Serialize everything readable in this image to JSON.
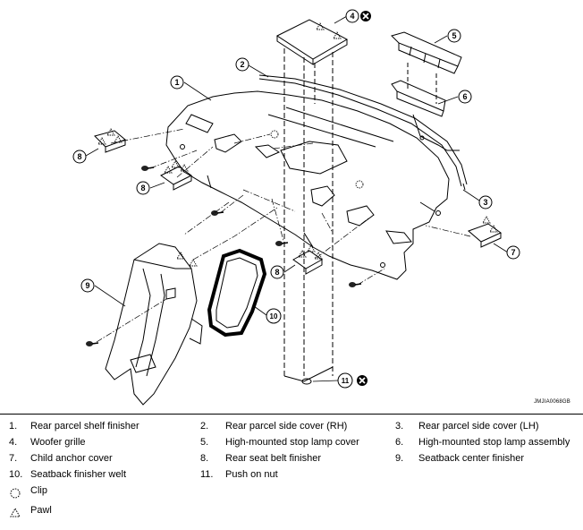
{
  "diagram": {
    "reference_code": "JMJIA0068GB",
    "callouts": [
      {
        "num": "1"
      },
      {
        "num": "2"
      },
      {
        "num": "3"
      },
      {
        "num": "4"
      },
      {
        "num": "5"
      },
      {
        "num": "6"
      },
      {
        "num": "7"
      },
      {
        "num": "8"
      },
      {
        "num": "9"
      },
      {
        "num": "10"
      },
      {
        "num": "11"
      }
    ]
  },
  "legend": {
    "items": [
      {
        "num": "1.",
        "label": "Rear parcel shelf finisher"
      },
      {
        "num": "2.",
        "label": "Rear parcel side cover (RH)"
      },
      {
        "num": "3.",
        "label": "Rear parcel side cover (LH)"
      },
      {
        "num": "4.",
        "label": "Woofer grille"
      },
      {
        "num": "5.",
        "label": "High-mounted stop lamp cover"
      },
      {
        "num": "6.",
        "label": "High-mounted stop lamp assembly"
      },
      {
        "num": "7.",
        "label": "Child anchor cover"
      },
      {
        "num": "8.",
        "label": "Rear seat belt finisher"
      },
      {
        "num": "9.",
        "label": "Seatback center finisher"
      },
      {
        "num": "10.",
        "label": "Seatback finisher welt"
      },
      {
        "num": "11.",
        "label": "Push on nut"
      }
    ],
    "symbols": [
      {
        "icon": "clip-icon",
        "label": "Clip"
      },
      {
        "icon": "pawl-icon",
        "label": "Pawl"
      }
    ]
  }
}
